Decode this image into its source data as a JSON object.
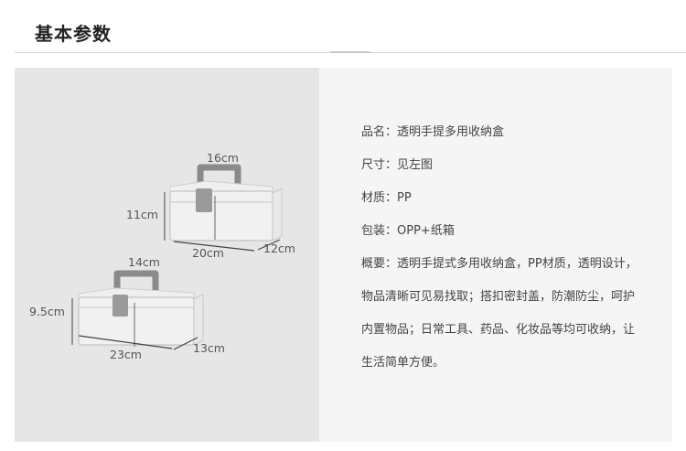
{
  "section": {
    "title": "基本参数"
  },
  "product": {
    "name_label": "品名：",
    "name_value": "透明手提多用收纳盒",
    "size_label": "尺寸：",
    "size_value": "见左图",
    "material_label": "材质：",
    "material_value": "PP",
    "package_label": "包装：",
    "package_value": "OPP+纸箱",
    "overview_label": "概要：",
    "overview_lines": [
      "透明手提式多用收纳盒，PP材质，透明设计，",
      "物品清晰可见易找取；搭扣密封盖，防潮防尘，呵护",
      "内置物品；日常工具、药品、化妆品等均可收纳，让",
      "生活简单方便。"
    ]
  },
  "diagram": {
    "box_large": {
      "handle": "16cm",
      "height": "11cm",
      "length": "20cm",
      "depth": "12cm"
    },
    "box_small": {
      "handle": "14cm",
      "height": "9.5cm",
      "length": "23cm",
      "depth": "13cm"
    }
  }
}
